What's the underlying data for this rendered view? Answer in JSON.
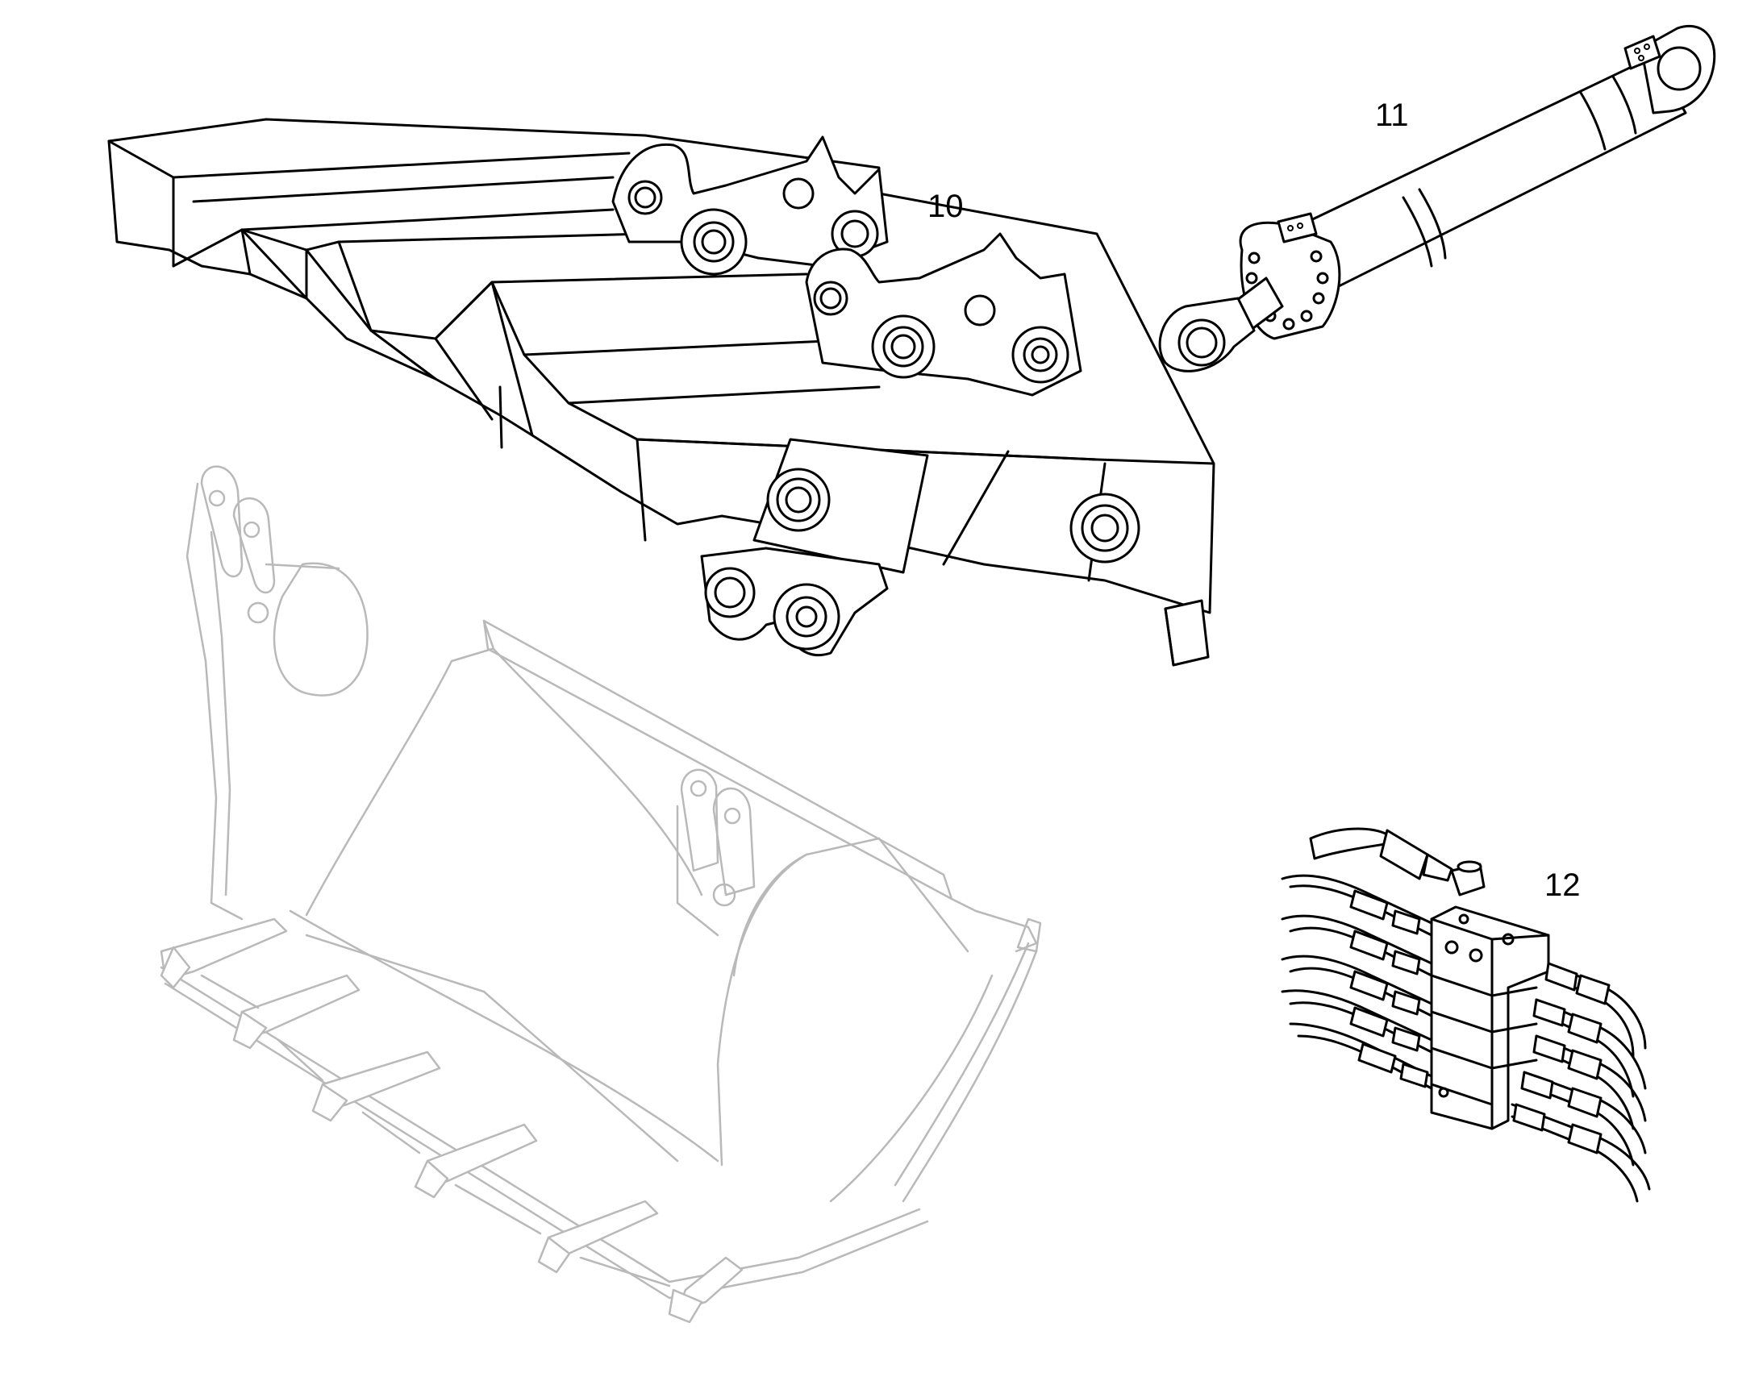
{
  "callouts": {
    "boom": "10",
    "cylinder": "11",
    "valve_block": "12"
  },
  "colors": {
    "line": "#000000",
    "ghost_line": "#b9b9b9",
    "background": "#ffffff"
  }
}
